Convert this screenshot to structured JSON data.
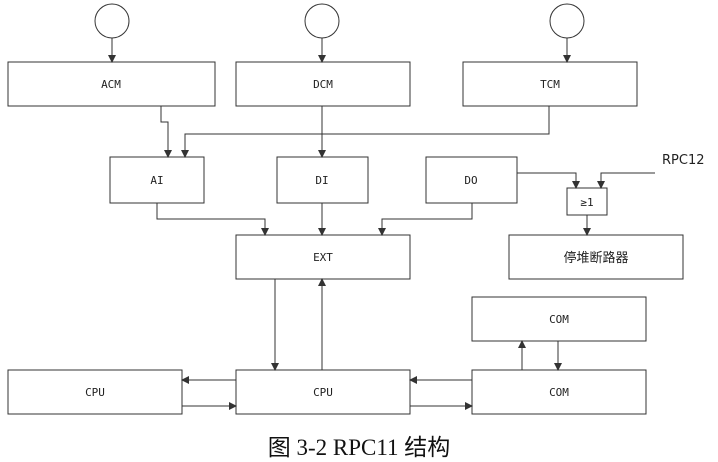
{
  "nodes": {
    "acm": "ACM",
    "dcm": "DCM",
    "tcm": "TCM",
    "ai": "AI",
    "di": "DI",
    "do": "DO",
    "or_gate": "≥1",
    "breaker": "停堆断路器",
    "ext": "EXT",
    "cpu_left": "CPU",
    "cpu_center": "CPU",
    "com_bottom": "COM",
    "com_top": "COM"
  },
  "external_input": "RPC12",
  "caption": "图 3-2   RPC11 结构",
  "colors": {
    "stroke": "#333333",
    "text": "#222222",
    "background": "#ffffff"
  }
}
